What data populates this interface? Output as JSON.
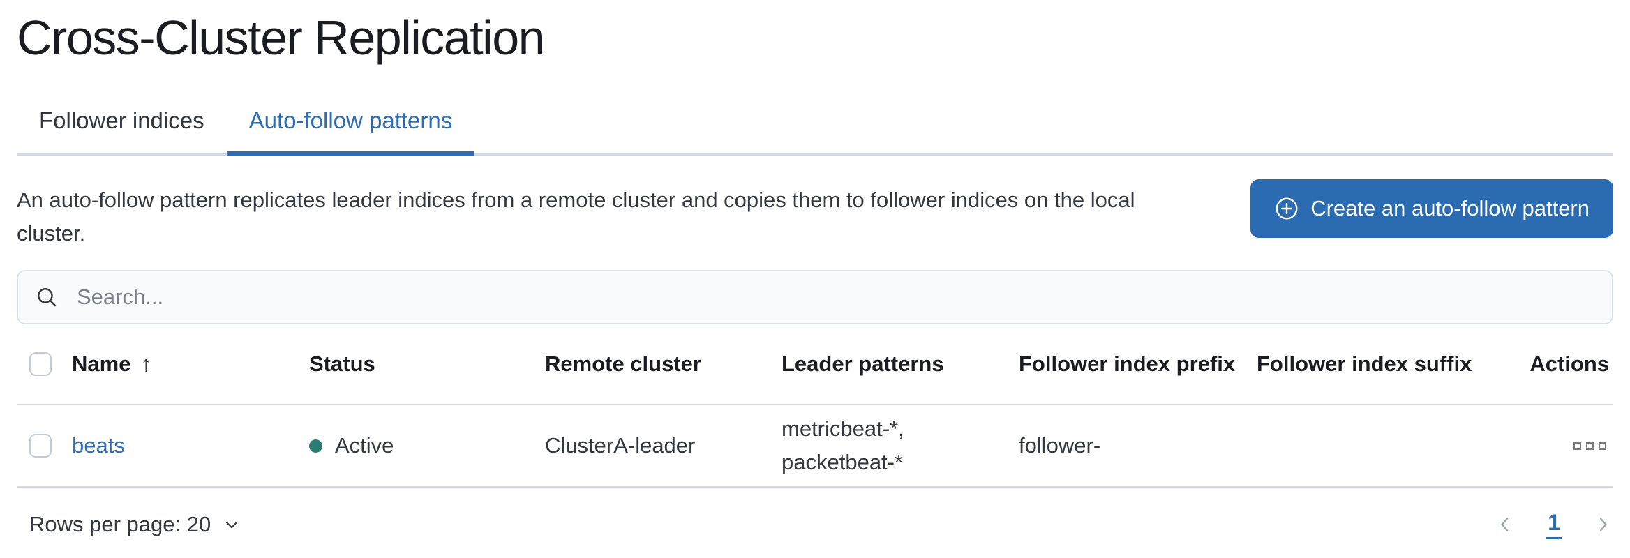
{
  "page": {
    "title": "Cross-Cluster Replication"
  },
  "tabs": [
    {
      "label": "Follower indices",
      "active": false
    },
    {
      "label": "Auto-follow patterns",
      "active": true
    }
  ],
  "intro": {
    "description": "An auto-follow pattern replicates leader indices from a remote cluster and copies them to follower indices on the local cluster."
  },
  "toolbar": {
    "create_button_label": "Create an auto-follow pattern",
    "create_button_icon": "plus-in-circle-icon"
  },
  "search": {
    "placeholder": "Search...",
    "icon": "search-icon"
  },
  "table": {
    "columns": {
      "name": "Name",
      "status": "Status",
      "remote_cluster": "Remote cluster",
      "leader_patterns": "Leader patterns",
      "follower_index_prefix": "Follower index prefix",
      "follower_index_suffix": "Follower index suffix",
      "actions": "Actions"
    },
    "sort": {
      "column": "Name",
      "direction": "ascending",
      "arrow": "↑"
    },
    "rows": [
      {
        "name": "beats",
        "status": "Active",
        "remote_cluster": "ClusterA-leader",
        "leader_patterns_line1": "metricbeat-*,",
        "leader_patterns_line2": "packetbeat-*",
        "follower_index_prefix": "follower-",
        "follower_index_suffix": ""
      }
    ]
  },
  "footer": {
    "rows_per_page_label": "Rows per page: 20",
    "pagination": {
      "current_page": "1"
    }
  },
  "colors": {
    "accent_blue": "#2d6db5",
    "button_blue": "#2b6bb2",
    "link_blue": "#2f6eb7",
    "status_active_teal": "#2b7c72",
    "divider": "#d3dae6",
    "text": "#343741",
    "heading_text": "#1a1c21",
    "subdued_text": "#7a818d"
  }
}
